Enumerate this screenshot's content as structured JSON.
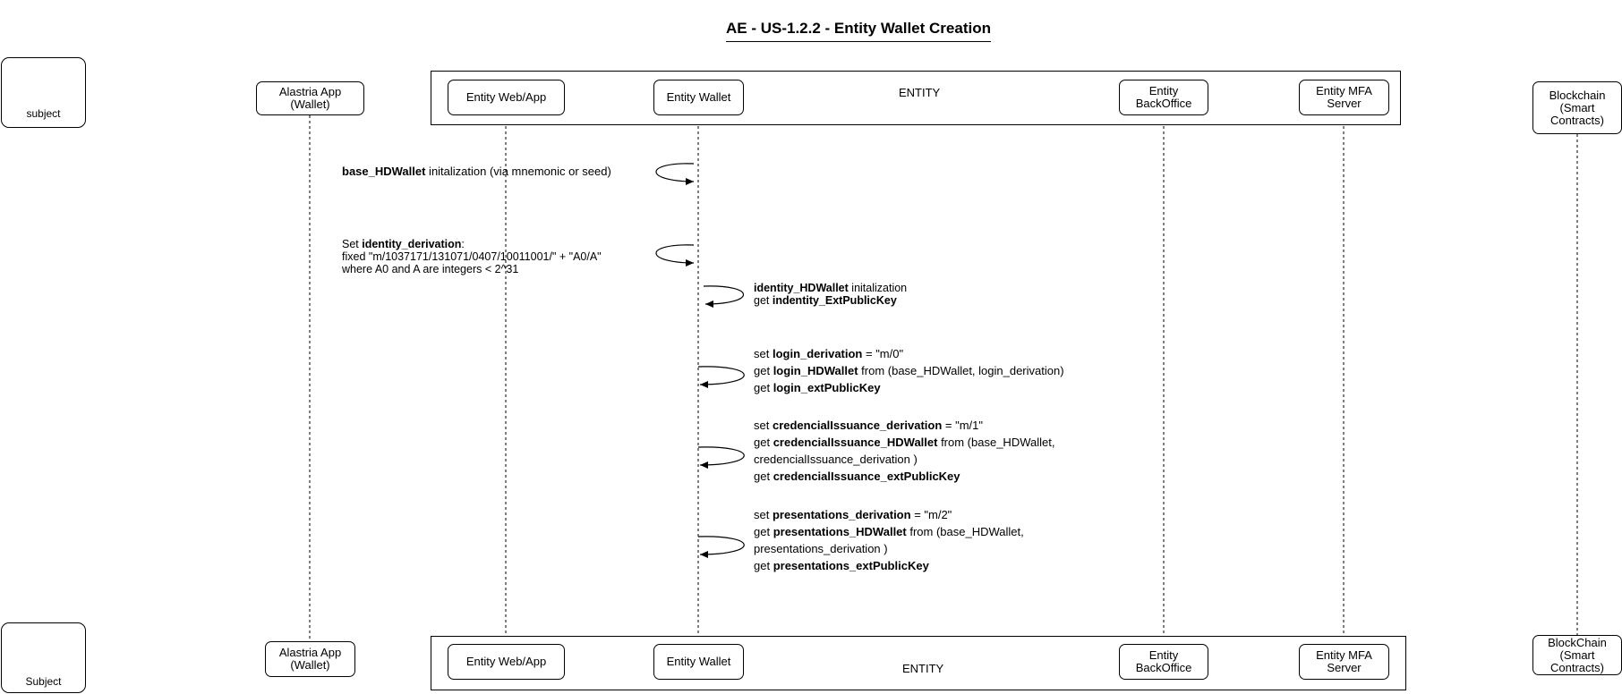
{
  "title": "AE - US-1.2.2 - Entity Wallet  Creation",
  "top": {
    "actor": "subject",
    "alastria": "Alastria App\n(Wallet)",
    "entity_frame": "ENTITY",
    "web": "Entity Web/App",
    "wallet": "Entity Wallet",
    "backoffice": "Entity\nBackOffice",
    "mfa": "Entity MFA\nServer",
    "blockchain": "Blockchain\n(Smart\nContracts)"
  },
  "bottom": {
    "actor": "Subject",
    "alastria": "Alastria App\n(Wallet)",
    "entity_frame": "ENTITY",
    "web": "Entity Web/App",
    "wallet": "Entity Wallet",
    "backoffice": "Entity\nBackOffice",
    "mfa": "Entity MFA\nServer",
    "blockchain": "BlockChain\n(Smart\nContracts)"
  },
  "messages": {
    "m1": {
      "b": "base_HDWallet",
      "t": " initalization (via mnemonic or seed)"
    },
    "m2": {
      "l1a": "Set ",
      "l1b": "identity_derivation",
      "l1c": ":",
      "l2": "fixed \"m/1037171/131071/0407/10011001/\" + \"A0/A\"",
      "l3": "where A0 and A are integers < 2^31"
    },
    "m3": {
      "l1b": "identity_HDWallet",
      "l1t": " initalization",
      "l2a": "get ",
      "l2b": "indentity_ExtPublicKey"
    },
    "m4": {
      "l1a": "set ",
      "l1b": "login_derivation",
      "l1t": " = \"m/0\"",
      "l2a": "get ",
      "l2b": "login_HDWallet",
      "l2t": "  from (base_HDWallet, login_derivation)",
      "l3a": "get ",
      "l3b": "login_extPublicKey"
    },
    "m5": {
      "l1a": "set ",
      "l1b": "credencialIssuance_derivation",
      "l1t": " = \"m/1\"",
      "l2a": "get ",
      "l2b": "credencialIssuance_HDWallet",
      "l2t": " from (base_HDWallet,",
      "l3": "credencialIssuance_derivation )",
      "l4a": "get ",
      "l4b": "credencialIssuance_extPublicKey"
    },
    "m6": {
      "l1a": "set ",
      "l1b": "presentations_derivation",
      "l1t": " = \"m/2\"",
      "l2a": "get ",
      "l2b": "presentations_HDWallet",
      "l2t": " from (base_HDWallet,",
      "l3": "presentations_derivation )",
      "l4a": "get ",
      "l4b": "presentations_extPublicKey"
    }
  }
}
